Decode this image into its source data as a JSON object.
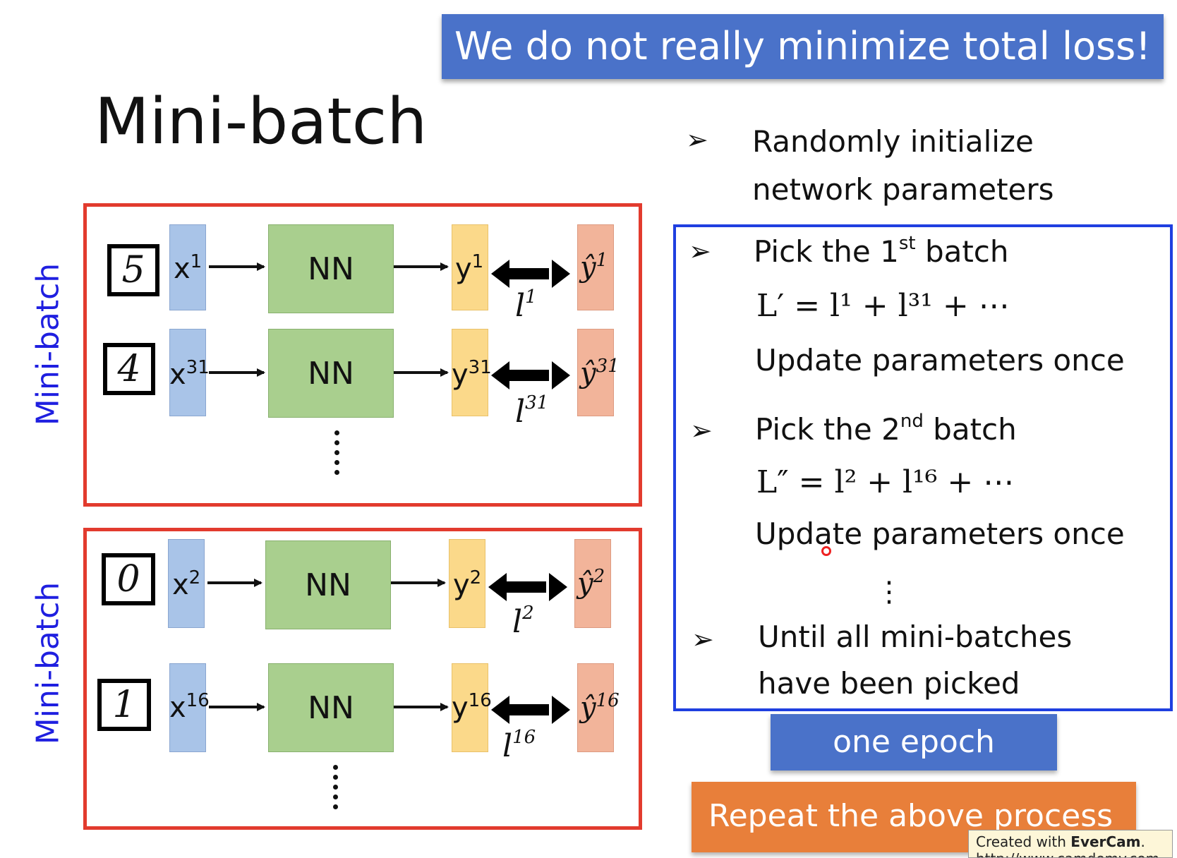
{
  "banner": {
    "text": "We do not really minimize total loss!"
  },
  "title": "Mini-batch",
  "batches": [
    {
      "label": "Mini-batch",
      "rows": [
        {
          "digit": "5",
          "x": "x",
          "x_sup": "1",
          "nn": "NN",
          "y": "y",
          "y_sup": "1",
          "yhat": "ŷ",
          "yhat_sup": "1",
          "loss": "l",
          "loss_sup": "1"
        },
        {
          "digit": "4",
          "x": "x",
          "x_sup": "31",
          "nn": "NN",
          "y": "y",
          "y_sup": "31",
          "yhat": "ŷ",
          "yhat_sup": "31",
          "loss": "l",
          "loss_sup": "31"
        }
      ]
    },
    {
      "label": "Mini-batch",
      "rows": [
        {
          "digit": "0",
          "x": "x",
          "x_sup": "2",
          "nn": "NN",
          "y": "y",
          "y_sup": "2",
          "yhat": "ŷ",
          "yhat_sup": "2",
          "loss": "l",
          "loss_sup": "2"
        },
        {
          "digit": "1",
          "x": "x",
          "x_sup": "16",
          "nn": "NN",
          "y": "y",
          "y_sup": "16",
          "yhat": "ŷ",
          "yhat_sup": "16",
          "loss": "l",
          "loss_sup": "16"
        }
      ]
    }
  ],
  "steps": {
    "init_line1": "Randomly initialize",
    "init_line2": "network parameters",
    "pick1_pre": "Pick the 1",
    "pick1_sup": "st",
    "pick1_post": " batch",
    "formula1": "L′ = l¹ + l³¹ + ⋯",
    "update1": "Update parameters once",
    "pick2_pre": "Pick the 2",
    "pick2_sup": "nd",
    "pick2_post": " batch",
    "formula2": "L″ = l² + l¹⁶ + ⋯",
    "update2": "Update parameters once",
    "vdots": "⋮",
    "until_line1": "Until all mini-batches",
    "until_line2": "have been picked"
  },
  "epoch": "one epoch",
  "repeat": "Repeat the above process",
  "watermark": {
    "line1_pre": "Created with ",
    "line1_brand": "EverCam",
    "line1_post": ".",
    "line2": "http://www.camdemy.com"
  },
  "colors": {
    "banner": "#4a72c9",
    "batch_border": "#e23b2e",
    "steps_border": "#1f3fe0",
    "repeat": "#e87f3a"
  }
}
